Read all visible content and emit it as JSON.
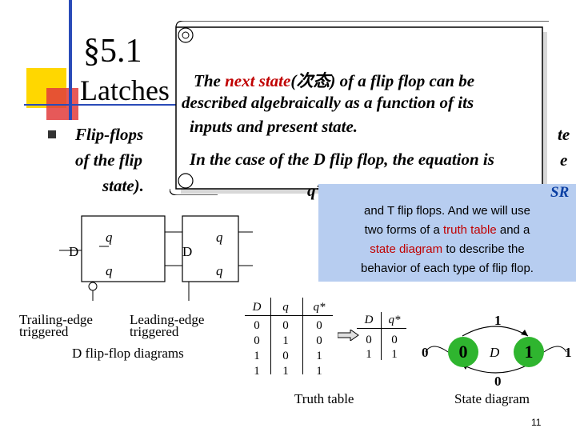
{
  "slide": {
    "title": "§5.1",
    "subtitle": "Latches",
    "bullet_line1": "Flip-flops",
    "bullet_line1_end": "te",
    "bullet_line2": "of the flip",
    "bullet_line2_end": "e",
    "bullet_line3": "state).",
    "page_number": "11"
  },
  "scroll": {
    "line1_a": "The ",
    "line1_red": "next state",
    "line1_b": "(次态) of a flip flop can be",
    "line2": "described algebraically as a function of its",
    "line3": "inputs and present state.",
    "line4": "In the case of the D flip flop, the equation is",
    "equation": "q* = D"
  },
  "bluebox": {
    "line1_tail": "SR",
    "line2": "and T flip flops. And we will use",
    "line3_a": "two forms of a ",
    "line3_red": "truth table",
    "line3_b": " and a",
    "line4_red": "state diagram",
    "line4_b": " to describe the",
    "line5": "behavior of each type of flip flop."
  },
  "flipflops": {
    "left": {
      "q_top": "q",
      "q_bottom": "q",
      "d": "D",
      "label1": "Trailing-edge",
      "label2": "triggered"
    },
    "right": {
      "q_top": "q",
      "q_bottom": "q",
      "d": "D",
      "label1": "Leading-edge",
      "label2": "triggered"
    },
    "caption": "D flip-flop diagrams"
  },
  "truth_table": {
    "headers": [
      "D",
      "q",
      "q*"
    ],
    "rows": [
      [
        "0",
        "0",
        "0"
      ],
      [
        "0",
        "1",
        "0"
      ],
      [
        "1",
        "0",
        "1"
      ],
      [
        "1",
        "1",
        "1"
      ]
    ],
    "short_headers": [
      "D",
      "q*"
    ],
    "short_rows": [
      [
        "0",
        "0"
      ],
      [
        "1",
        "1"
      ]
    ],
    "caption": "Truth table"
  },
  "state_diagram": {
    "state0": "0",
    "state1": "1",
    "middle": "D",
    "top_label": "1",
    "bottom_label": "0",
    "left_label": "0",
    "right_label": "1",
    "caption": "State diagram"
  }
}
